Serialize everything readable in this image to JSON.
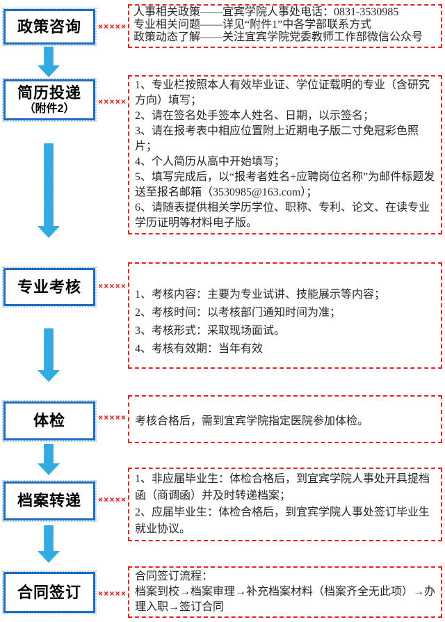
{
  "colors": {
    "box_border": "#1f6dc1",
    "arrow_fill": "#30ace4",
    "dashed_red": "#e8231d"
  },
  "icons": {
    "connector_glyph": "×××××",
    "down_arrow": "block-arrow-down"
  },
  "steps": [
    {
      "label": "政策咨询",
      "details": [
        "人事相关政策——宜宾学院人事处电话：0831-3530985",
        "专业相关问题——详见“附件1”中各学部联系方式",
        "政策动态了解——关注宜宾学院党委教师工作部微信公众号"
      ]
    },
    {
      "label": "简历投递",
      "sublabel": "（附件2）",
      "details": [
        "1、专业栏按照本人有效毕业证、学位证载明的专业（含研究方向）填写；",
        "2、请在签名处手签本人姓名、日期，以示签名；",
        "3、请在报考表中相应位置附上近期电子版二寸免冠彩色照片；",
        "4、个人简历从高中开始填写；",
        "5、填写完成后，以“报考者姓名+应聘岗位名称”为邮件标题发送至报名邮箱（3530985@163.com）；",
        "6、请随表提供相关学历学位、职称、专利、论文、在读专业学历证明等材料电子版。"
      ]
    },
    {
      "label": "专业考核",
      "details": [
        "1、考核内容：主要为专业试讲、技能展示等内容；",
        "2、考核时间：以考核部门通知时间为准；",
        "3、考核形式：采取现场面试。",
        "4、考核有效期：当年有效"
      ]
    },
    {
      "label": "体检",
      "details": [
        "考核合格后，需到宜宾学院指定医院参加体检。"
      ]
    },
    {
      "label": "档案转递",
      "details": [
        "1、非应届毕业生：体检合格后，到宜宾学院人事处开具提档函（商调函）并及时转递档案；",
        "2、应届毕业生：体检合格后，到宜宾学院人事处签订毕业生就业协议。"
      ]
    },
    {
      "label": "合同签订",
      "details": [
        "合同签订流程：",
        "档案到校→档案审理→补充档案材料（档案齐全无此项）→办理入职→签订合同"
      ]
    }
  ]
}
